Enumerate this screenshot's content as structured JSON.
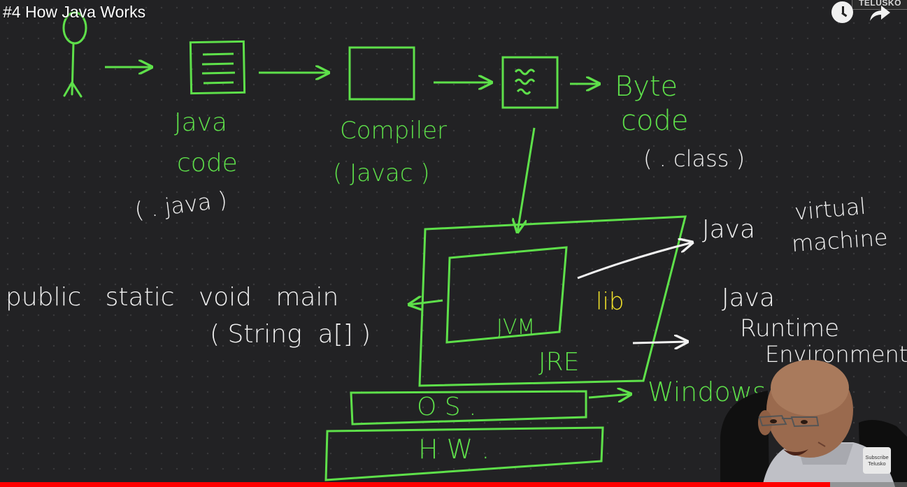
{
  "video": {
    "title": "#4 How Java Works",
    "channel_logo": "TELUSKO",
    "subscribe_label_line1": "Subscribe",
    "subscribe_label_line2": "Telusko",
    "progress_percent": 91.5
  },
  "icons": {
    "watch_later": "clock-icon",
    "share": "share-arrow-icon"
  },
  "colors": {
    "board": "#222224",
    "chalk_green": "#5ee04a",
    "chalk_white": "#f2f2f2",
    "chalk_yellow": "#f2e22a",
    "progress": "#ff0000"
  },
  "diagram": {
    "labels": {
      "java_code_line1": "Java",
      "java_code_line2": "code",
      "java_ext": "( . java )",
      "compiler": "Compiler",
      "javac": "( Javac )",
      "byte_line1": "Byte",
      "byte_line2": "code",
      "class_ext": "( . class )",
      "jvm_line1": "Java",
      "jvm_line2": "virtual",
      "jvm_line3": "machine",
      "main_line1": "public   static   void   main",
      "main_line2": "( String  a[] )",
      "jvm": "JVM",
      "lib": "lib",
      "jre": "JRE",
      "jre_line1": "Java",
      "jre_line2": "Runtime",
      "jre_line3": "Environment",
      "os": "O S .",
      "hw": "H W .",
      "windows": "Windows"
    }
  }
}
